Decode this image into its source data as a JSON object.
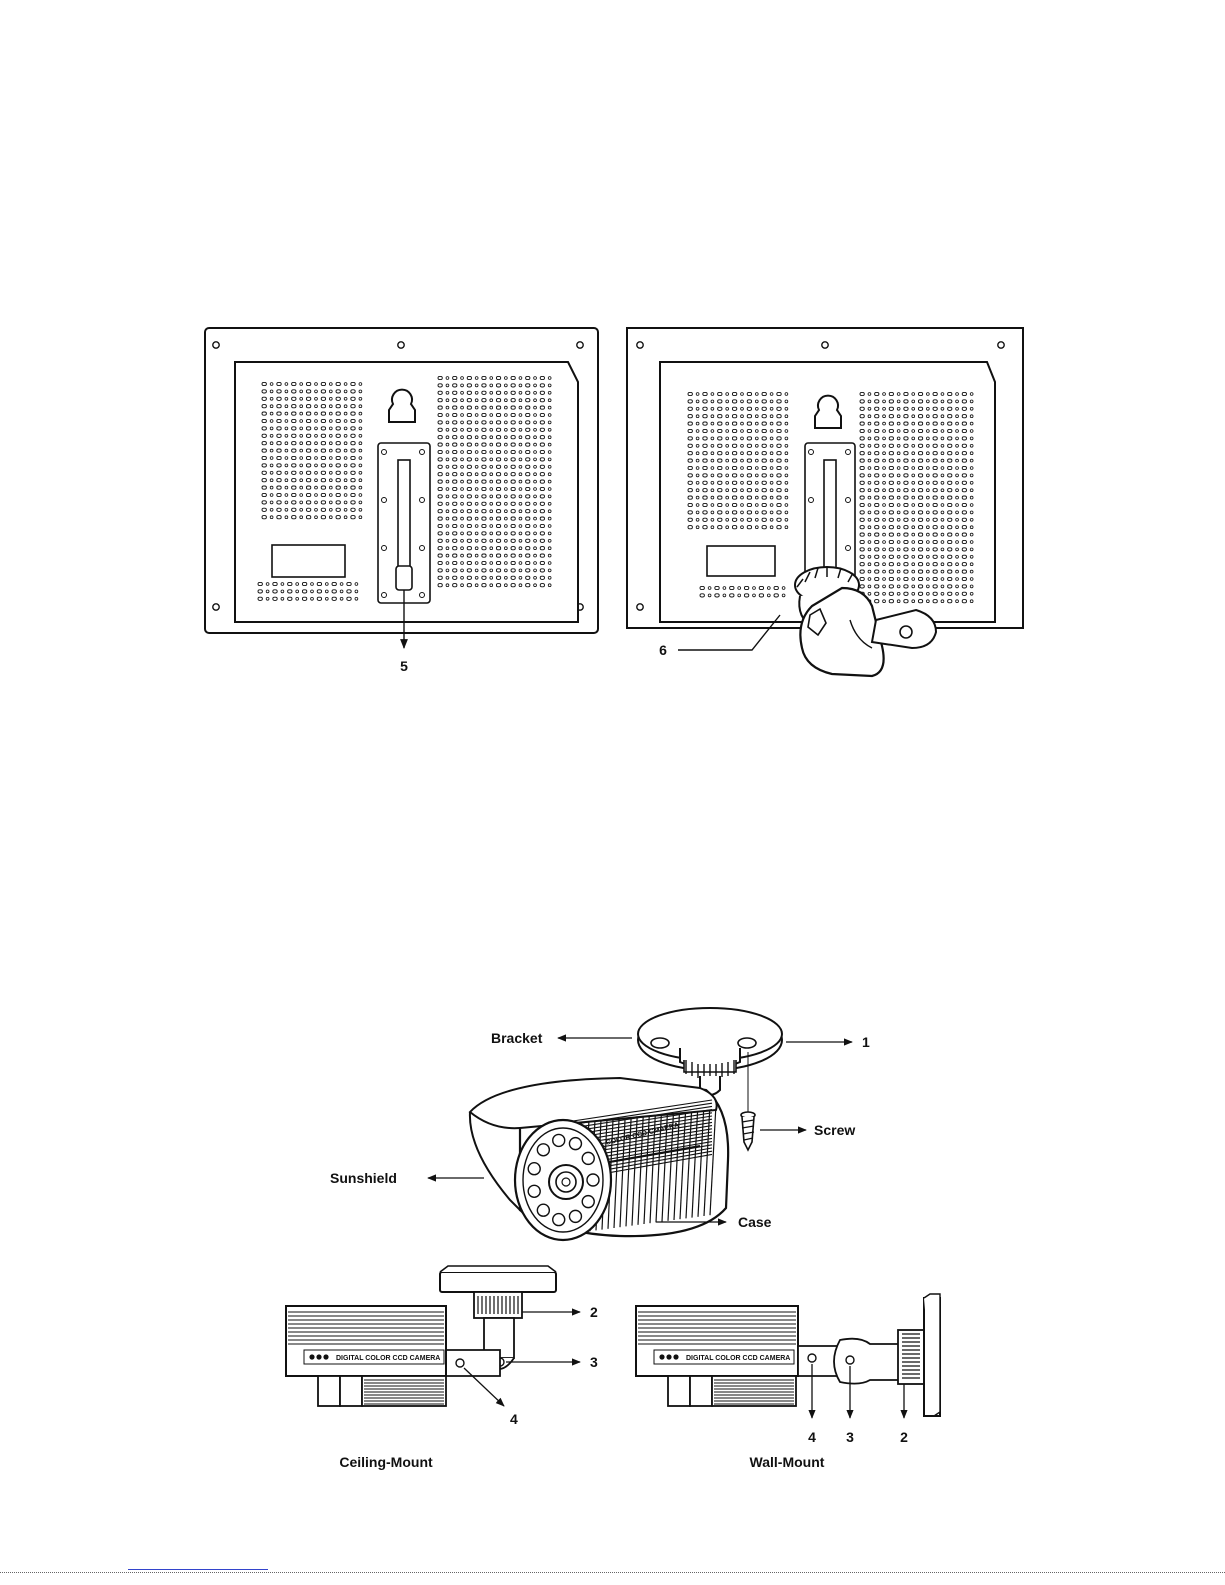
{
  "monitor_diagram": {
    "left_callout": "5",
    "right_callout": "6"
  },
  "camera_diagram": {
    "labels": {
      "bracket": "Bracket",
      "sunshield": "Sunshield",
      "screw": "Screw",
      "case": "Case",
      "callout_1": "1"
    },
    "body_text": "DIGITAL COLOR CCD CMAERA",
    "mounts": {
      "ceiling": {
        "caption": "Ceiling-Mount",
        "body_text": "DIGITAL COLOR CCD CAMERA",
        "callouts": [
          "2",
          "3",
          "4"
        ]
      },
      "wall": {
        "caption": "Wall-Mount",
        "body_text": "DIGITAL COLOR CCD CAMERA",
        "callouts": [
          "4",
          "3",
          "2"
        ]
      }
    }
  }
}
